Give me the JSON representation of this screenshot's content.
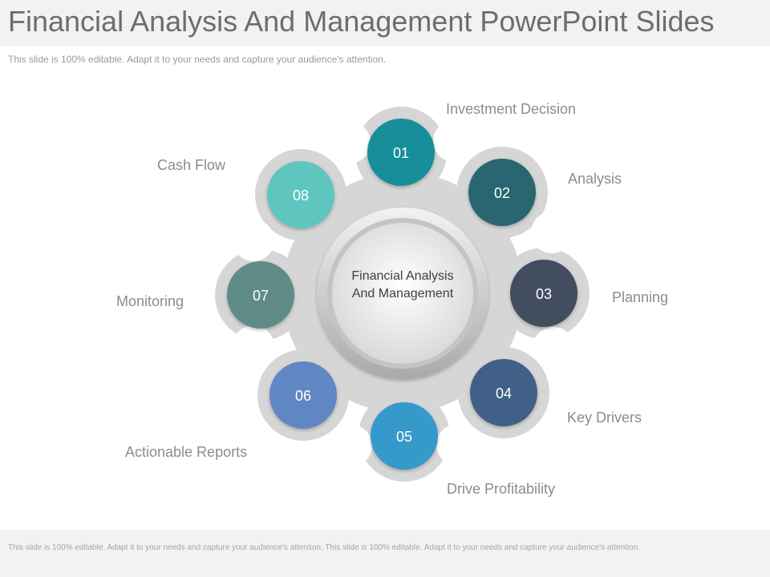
{
  "header": {
    "title": "Financial Analysis And Management PowerPoint Slides",
    "subtitle": "This slide is 100% editable. Adapt it to your needs and capture your audience's attention."
  },
  "diagram": {
    "center_label": "Financial Analysis And Management",
    "nodes": [
      {
        "number": "01",
        "label": "Investment Decision",
        "color": "#128f9a"
      },
      {
        "number": "02",
        "label": "Analysis",
        "color": "#2a6672"
      },
      {
        "number": "03",
        "label": "Planning",
        "color": "#434e5f"
      },
      {
        "number": "04",
        "label": "Key Drivers",
        "color": "#3f6187"
      },
      {
        "number": "05",
        "label": "Drive Profitability",
        "color": "#3599c9"
      },
      {
        "number": "06",
        "label": "Actionable Reports",
        "color": "#6087c3"
      },
      {
        "number": "07",
        "label": "Monitoring",
        "color": "#5e8b86"
      },
      {
        "number": "08",
        "label": "Cash Flow",
        "color": "#5ec6bf"
      }
    ]
  },
  "footer": {
    "text": "This slide is 100% editable. Adapt it to your needs and capture your audience's attention. This slide is 100% editable. Adapt it to your needs and capture your audience's attention."
  }
}
